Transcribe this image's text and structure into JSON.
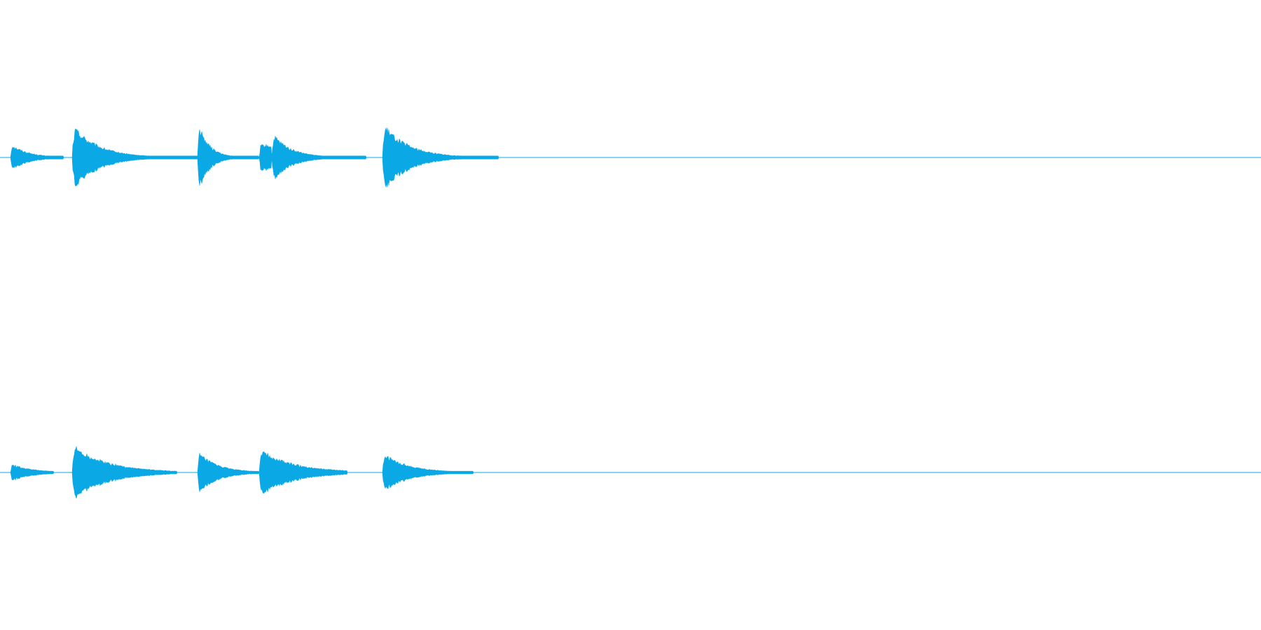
{
  "waveform": {
    "color": "#0aa9e6",
    "background": "#ffffff",
    "channel_count": 2,
    "channels": [
      {
        "name": "",
        "events": [
          {
            "start": 0.009,
            "end": 0.05,
            "peak": 0.28,
            "decay": 3.0
          },
          {
            "start": 0.058,
            "end": 0.158,
            "peak": 0.68,
            "decay": 5.0
          },
          {
            "start": 0.157,
            "end": 0.205,
            "peak": 0.72,
            "decay": 5.5
          },
          {
            "start": 0.206,
            "end": 0.215,
            "peak": 0.26,
            "decay": 0.0
          },
          {
            "start": 0.216,
            "end": 0.29,
            "peak": 0.5,
            "decay": 5.0
          },
          {
            "start": 0.304,
            "end": 0.395,
            "peak": 0.7,
            "decay": 4.5
          }
        ],
        "floor": 0.03
      },
      {
        "name": "",
        "events": [
          {
            "start": 0.009,
            "end": 0.042,
            "peak": 0.18,
            "decay": 2.0
          },
          {
            "start": 0.058,
            "end": 0.14,
            "peak": 0.58,
            "decay": 3.0
          },
          {
            "start": 0.157,
            "end": 0.205,
            "peak": 0.42,
            "decay": 3.0
          },
          {
            "start": 0.206,
            "end": 0.275,
            "peak": 0.48,
            "decay": 2.5
          },
          {
            "start": 0.304,
            "end": 0.375,
            "peak": 0.4,
            "decay": 3.5
          }
        ],
        "floor": 0.025
      }
    ]
  }
}
